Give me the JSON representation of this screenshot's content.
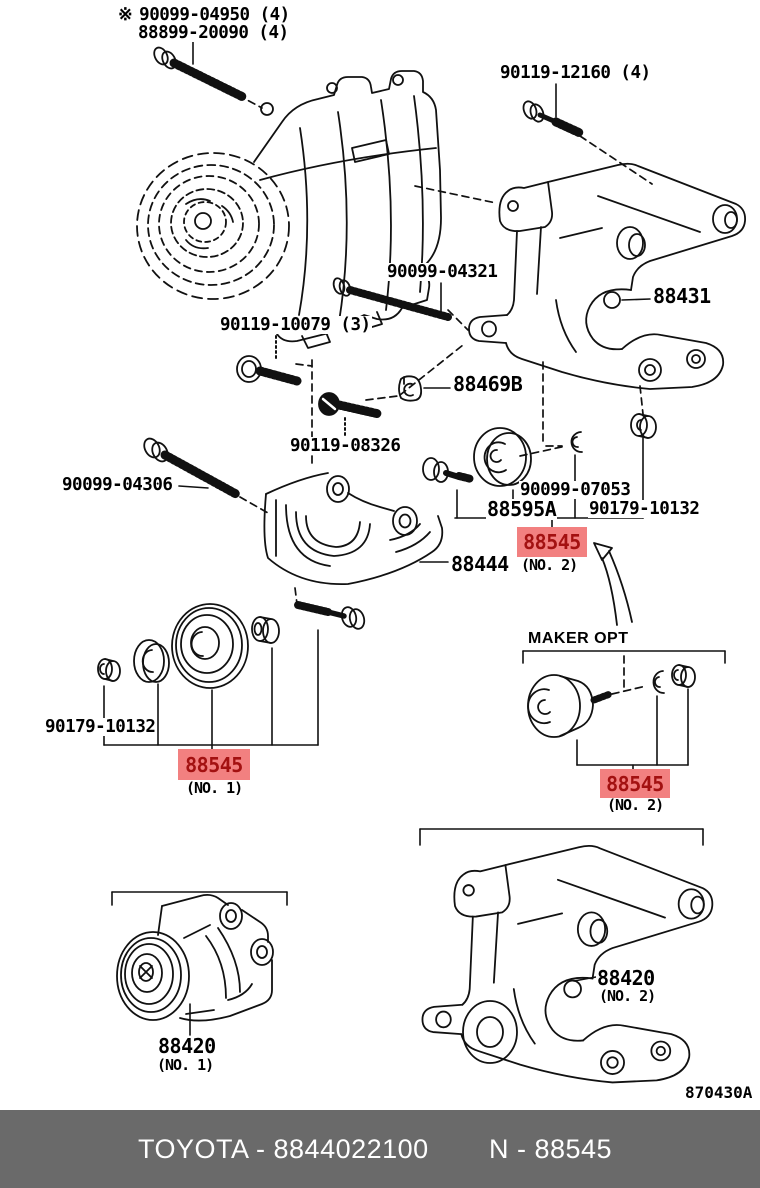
{
  "document": {
    "type": "toyota-parts-diagram",
    "figure_ref": "870430A"
  },
  "labels": {
    "note_marker": "※",
    "p04950": "90099-04950 (4)",
    "p20090": "88899-20090 (4)",
    "p12160": "90119-12160 (4)",
    "p04321": "90099-04321",
    "p88431": "88431",
    "p10079": "90119-10079 (3)",
    "p88469b": "88469B",
    "p08326": "90119-08326",
    "p04306": "90099-04306",
    "p07053": "90099-07053",
    "p88595a": "88595A",
    "p10132": "90179-10132",
    "p88444": "88444",
    "p88545": "88545",
    "no1": "(NO. 1)",
    "no2": "(NO. 2)",
    "maker_opt": "MAKER OPT",
    "p88420": "88420",
    "ref_code": "870430A"
  },
  "highlight": {
    "bg": "#f28080",
    "text": "#a31111"
  },
  "colors": {
    "line_art": "#111111",
    "background": "#ffffff"
  },
  "footer": {
    "left": "TOYOTA - 8844022100",
    "right": "N - 88545",
    "bg": "#6a6a6a",
    "text_color": "#ffffff"
  }
}
